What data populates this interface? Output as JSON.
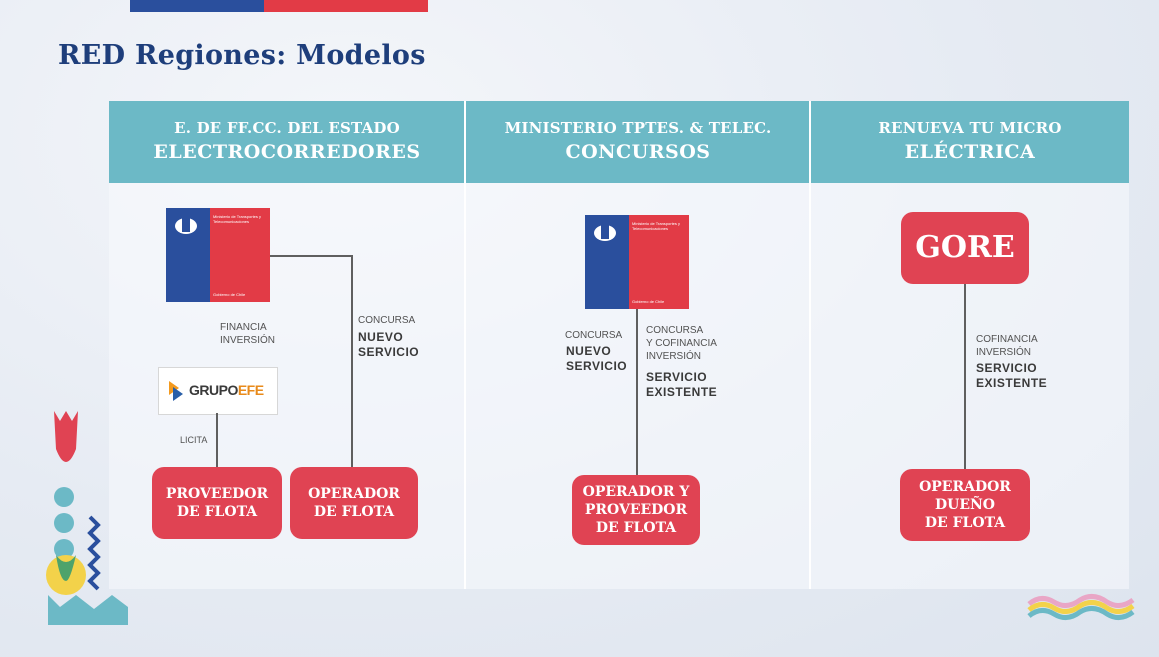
{
  "title": "RED Regiones: Modelos",
  "columns": [
    {
      "line1": "E. DE FF.CC. DEL ESTADO",
      "line2": "ELECTROCORREDORES"
    },
    {
      "line1": "MINISTERIO TPTES. & TELEC.",
      "line2": "CONCURSOS"
    },
    {
      "line1": "RENUEVA TU MICRO",
      "line2": "ELÉCTRICA"
    }
  ],
  "logo": {
    "ministry_text": "Ministerio de Transportes y Telecomunicaciones",
    "gov_text": "Gobierno de Chile"
  },
  "col1": {
    "financia": [
      "FINANCIA",
      "INVERSIÓN"
    ],
    "concursa": "CONCURSA",
    "concursa_bold": [
      "NUEVO",
      "SERVICIO"
    ],
    "grupoefe": {
      "part1": "GRUPO",
      "part2": "EFE"
    },
    "licita": "LICITA",
    "box1": [
      "PROVEEDOR",
      "DE FLOTA"
    ],
    "box2": [
      "OPERADOR",
      "DE FLOTA"
    ]
  },
  "col2": {
    "left_small": "CONCURSA",
    "left_bold": [
      "NUEVO",
      "SERVICIO"
    ],
    "right_small": [
      "CONCURSA",
      "Y COFINANCIA",
      "INVERSIÓN"
    ],
    "right_bold": [
      "SERVICIO",
      "EXISTENTE"
    ],
    "box": [
      "OPERADOR Y",
      "PROVEEDOR",
      "DE FLOTA"
    ]
  },
  "col3": {
    "gore": "GORE",
    "small": [
      "COFINANCIA",
      "INVERSIÓN"
    ],
    "bold": [
      "SERVICIO",
      "EXISTENTE"
    ],
    "box": [
      "OPERADOR",
      "DUEÑO",
      "DE FLOTA"
    ]
  },
  "colors": {
    "blue": "#2a4f9d",
    "red": "#e23b46",
    "teal": "#6cb9c6",
    "title": "#1e3e7b"
  }
}
